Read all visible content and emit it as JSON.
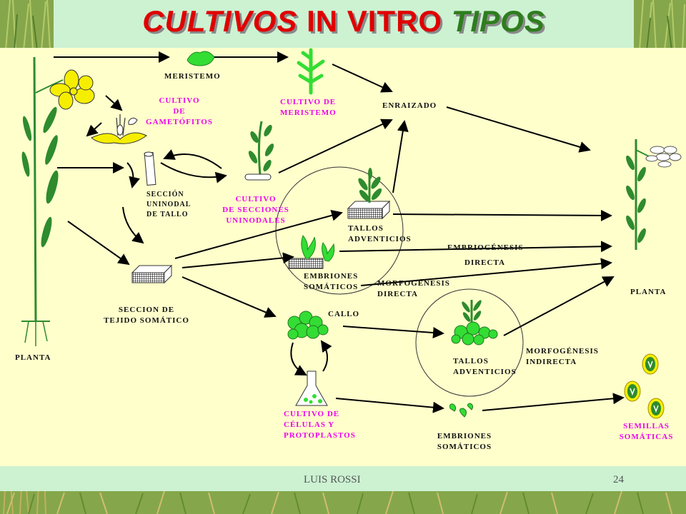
{
  "title": {
    "part1": "CULTIVOS",
    "part2": "IN VITRO",
    "part3": "TIPOS"
  },
  "footer": {
    "author": "LUIS ROSSI",
    "page": "24"
  },
  "colors": {
    "title_red": "#e00000",
    "title_green": "#2e7d1e",
    "magenta": "#ee00ee",
    "plant_green": "#2e8b2e",
    "light_green": "#33dd33",
    "canvas": "#ffffcc",
    "bars": "#ccf2d2"
  },
  "labels": {
    "meristemo": "MERISTEMO",
    "cultivo_gametofitos": [
      "CULTIVO",
      "DE",
      "GAMETÓFITOS"
    ],
    "cultivo_meristemo": [
      "CULTIVO DE",
      "MERISTEMO"
    ],
    "enraizado": "ENRAIZADO",
    "seccion_uninodal": [
      "SECCIÓN",
      "UNINODAL",
      "DE TALLO"
    ],
    "cultivo_secciones": [
      "CULTIVO",
      "DE SECCIONES",
      "UNINODALES"
    ],
    "tallos_adventicios_1": [
      "TALLOS",
      "ADVENTICIOS"
    ],
    "embriogenesis": [
      "EMBRIOGÉNESIS",
      "DIRECTA"
    ],
    "embriones_somaticos_1": [
      "EMBRIONES",
      "SOMÁTICOS"
    ],
    "morfogenesis_directa": [
      "MORFOGÉNESIS",
      "DIRECTA"
    ],
    "planta_right": "PLANTA",
    "seccion_tejido": [
      "SECCION DE",
      "TEJIDO SOMÁTICO"
    ],
    "callo": "CALLO",
    "planta_left": "PLANTA",
    "tallos_adventicios_2": [
      "TALLOS",
      "ADVENTICIOS"
    ],
    "morfogenesis_indirecta": [
      "MORFOGÉNESIS",
      "INDIRECTA"
    ],
    "cultivo_celulas": [
      "CULTIVO DE",
      "CÉLULAS Y",
      "PROTOPLASTOS"
    ],
    "embriones_somaticos_2": [
      "EMBRIONES",
      "SOMÁTICOS"
    ],
    "semillas": [
      "SEMILLAS",
      "SOMÁTICAS"
    ]
  }
}
